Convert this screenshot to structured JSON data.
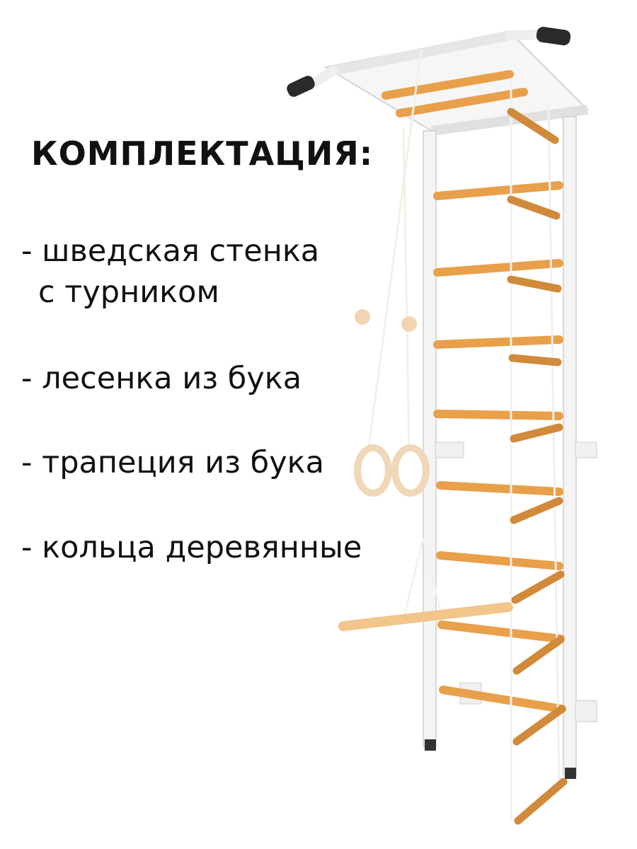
{
  "heading": "КОМПЛЕКТАЦИЯ:",
  "items": [
    {
      "line1": "- шведская стенка",
      "line2": "с турником"
    },
    {
      "line1": "- лесенка из бука"
    },
    {
      "line1": "- трапеция из бука"
    },
    {
      "line1": "- кольца деревянные"
    }
  ],
  "colors": {
    "frame": "#f4f4f4",
    "frame_edge": "#cfcfcf",
    "wood": "#e8a04a",
    "wood_light": "#f2c58a",
    "grip": "#2a2a2a"
  }
}
